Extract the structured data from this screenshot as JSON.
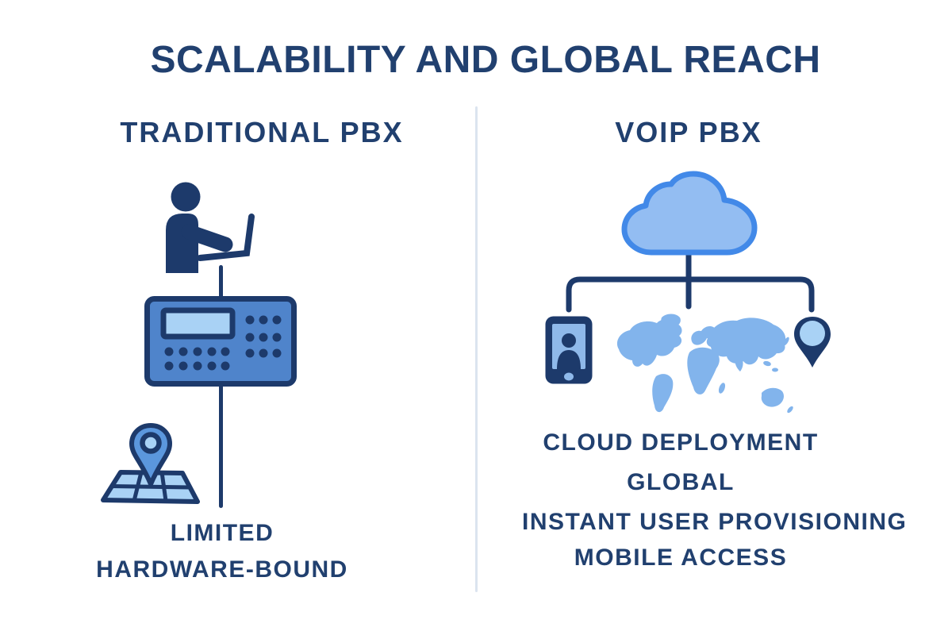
{
  "title": "SCALABILITY AND GLOBAL REACH",
  "columns": {
    "left": {
      "heading": "TRADITIONAL PBX",
      "labels": [
        "LIMITED",
        "HARDWARE-BOUND"
      ],
      "icons": [
        "person-at-laptop-icon",
        "pbx-device-icon",
        "map-location-pin-icon"
      ]
    },
    "right": {
      "heading": "VOIP PBX",
      "labels": [
        "CLOUD DEPLOYMENT",
        "GLOBAL",
        "INSTANT USER PROVISIONING",
        "MOBILE ACCESS"
      ],
      "icons": [
        "cloud-icon",
        "smartphone-user-icon",
        "world-map-icon",
        "location-pin-icon"
      ]
    }
  },
  "colors": {
    "navy": "#1d3a6b",
    "text": "#21406f",
    "pbx": "#4f84cb",
    "light": "#a9d2f5",
    "cloudfill": "#93bdf2",
    "cloudstroke": "#4289e8",
    "mapfill": "#82b4ec",
    "pinfill": "#5b97dd",
    "screen": "#8fb9ea",
    "divider": "#dbe4ef"
  }
}
